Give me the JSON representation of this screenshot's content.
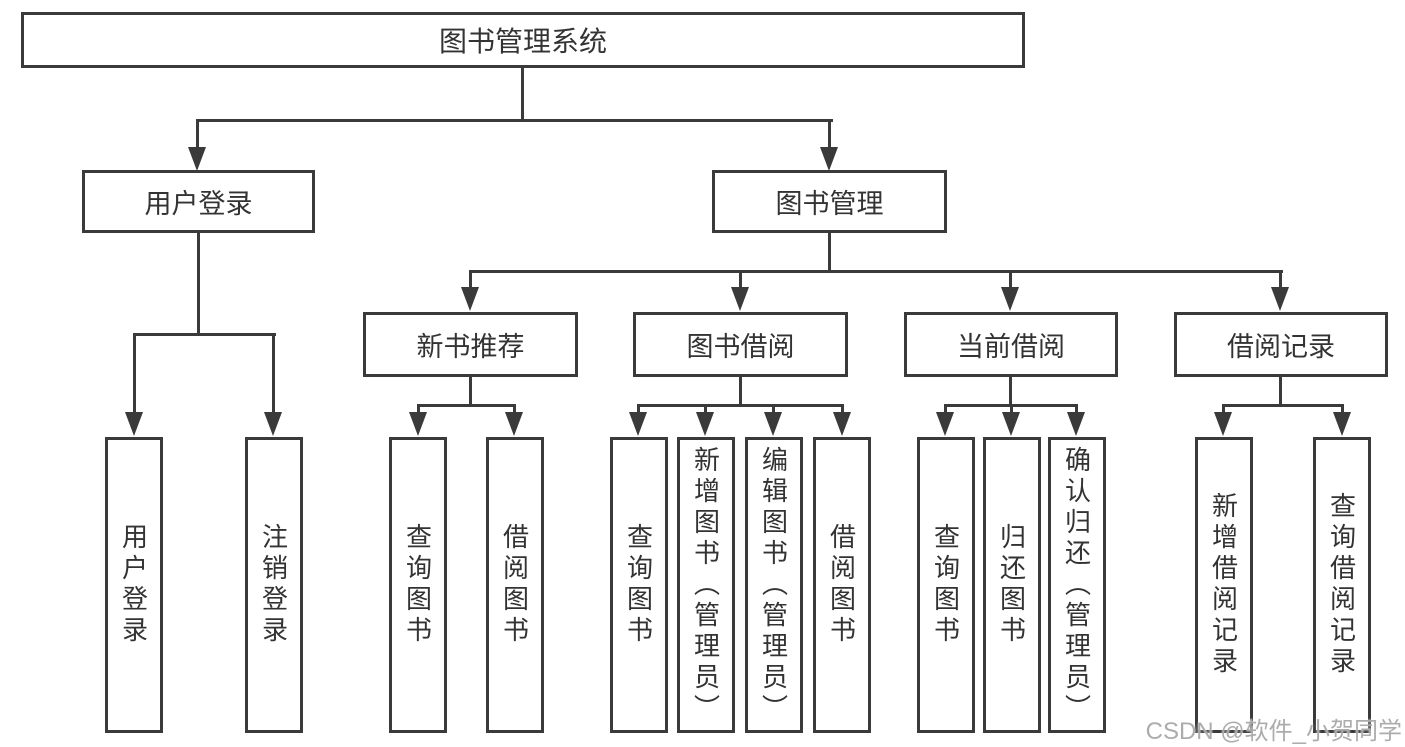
{
  "diagram": {
    "title": "图书管理系统",
    "nodes": {
      "root": "图书管理系统",
      "user_login": "用户登录",
      "book_mgmt": "图书管理",
      "new_book_rec": "新书推荐",
      "book_borrow": "图书借阅",
      "current_borrow": "当前借阅",
      "borrow_record": "借阅记录",
      "leaf_login": "用户登录",
      "leaf_logout": "注销登录",
      "leaf_rec_query": "查询图书",
      "leaf_rec_borrow": "借阅图书",
      "leaf_bb_query": "查询图书",
      "leaf_bb_add": "新增图书（管理员）",
      "leaf_bb_edit": "编辑图书（管理员）",
      "leaf_bb_borrow": "借阅图书",
      "leaf_cb_query": "查询图书",
      "leaf_cb_return": "归还图书",
      "leaf_cb_confirm": "确认归还（管理员）",
      "leaf_br_add": "新增借阅记录",
      "leaf_br_query": "查询借阅记录"
    },
    "hierarchy": {
      "图书管理系统": {
        "用户登录": [
          "用户登录",
          "注销登录"
        ],
        "图书管理": {
          "新书推荐": [
            "查询图书",
            "借阅图书"
          ],
          "图书借阅": [
            "查询图书",
            "新增图书（管理员）",
            "编辑图书（管理员）",
            "借阅图书"
          ],
          "当前借阅": [
            "查询图书",
            "归还图书",
            "确认归还（管理员）"
          ],
          "借阅记录": [
            "新增借阅记录",
            "查询借阅记录"
          ]
        }
      }
    }
  },
  "watermark": "CSDN @软件_小贺同学",
  "colors": {
    "line": "#3a3a3a",
    "text": "#333333",
    "background": "#ffffff",
    "watermark": "#a8a8a8"
  }
}
